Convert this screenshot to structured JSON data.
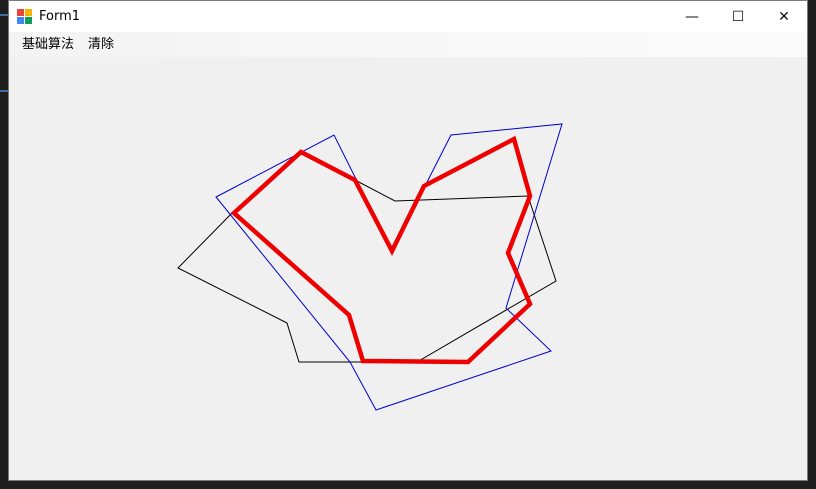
{
  "window": {
    "title": "Form1",
    "minimize_glyph": "—",
    "maximize_glyph": "☐",
    "close_glyph": "✕"
  },
  "menu": {
    "items": [
      "基础算法",
      "清除"
    ]
  },
  "colors": {
    "polygon_a": "#000000",
    "polygon_b": "#0000cc",
    "result": "#ee0000",
    "canvas_bg": "#f0f0f0"
  }
}
